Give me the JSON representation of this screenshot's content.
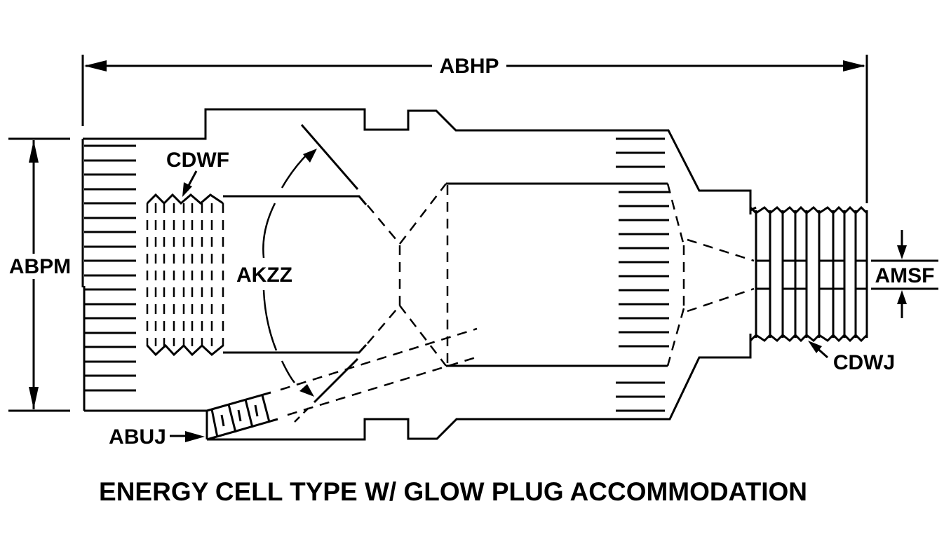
{
  "diagram": {
    "title": "ENERGY CELL TYPE W/ GLOW PLUG ACCOMMODATION",
    "colors": {
      "line": "#000000",
      "background": "#ffffff"
    },
    "labels": {
      "overall_length": "ABHP",
      "body_height": "ABPM",
      "inner_thread": "CDWF",
      "cone_angle": "AKZZ",
      "glow_plug_port": "ABUJ",
      "outlet_bore": "AMSF",
      "outlet_thread": "CDWJ"
    }
  }
}
